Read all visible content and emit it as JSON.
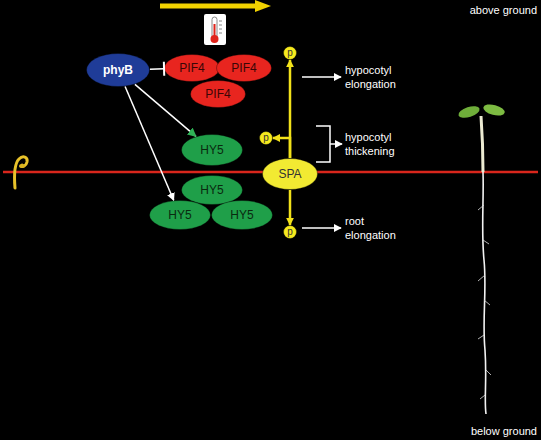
{
  "diagram": {
    "nodes": [
      {
        "text": [
          "phyB"
        ]
      },
      {
        "text": [
          "PIF4"
        ]
      },
      {
        "text": [
          "PIF4"
        ]
      },
      {
        "text": [
          "PIF4"
        ]
      },
      {
        "text": [
          "p"
        ]
      },
      {
        "text": [
          "HY5"
        ]
      },
      {
        "text": [
          "p"
        ]
      },
      {
        "text": [
          "SPA"
        ]
      },
      {
        "text": [
          "HY5"
        ]
      },
      {
        "text": [
          "HY5"
        ]
      },
      {
        "text": [
          "HY5"
        ]
      },
      {
        "text": [
          "p"
        ]
      }
    ],
    "edges": [
      {
        "from": 0,
        "to": 1,
        "arrow": "none"
      },
      {
        "from": 0,
        "to": 5,
        "arrow": "to"
      },
      {
        "from": 0,
        "to": 9,
        "arrow": "to"
      },
      {
        "from": 7,
        "to": 4,
        "arrow": "to"
      },
      {
        "from": 7,
        "to": 6,
        "arrow": "to"
      },
      {
        "from": 7,
        "to": 11,
        "arrow": "to"
      }
    ],
    "labels": [
      "above ground",
      "hypocotyl elongation",
      "hypocotyl thickening",
      "root elongation",
      "below ground"
    ]
  }
}
